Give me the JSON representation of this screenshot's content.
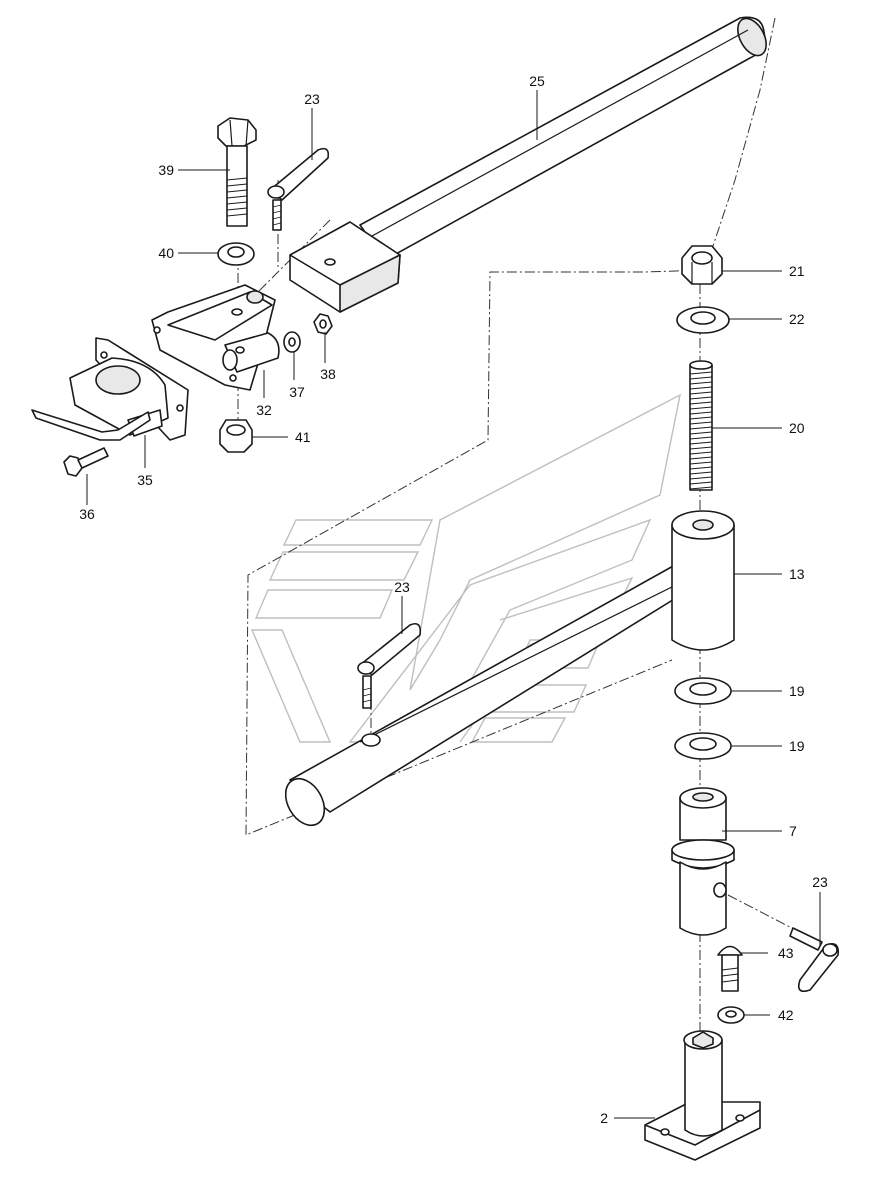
{
  "callouts": [
    {
      "id": "c25",
      "text": "25"
    },
    {
      "id": "c23a",
      "text": "23"
    },
    {
      "id": "c39",
      "text": "39"
    },
    {
      "id": "c40",
      "text": "40"
    },
    {
      "id": "c21",
      "text": "21"
    },
    {
      "id": "c22",
      "text": "22"
    },
    {
      "id": "c20",
      "text": "20"
    },
    {
      "id": "c37",
      "text": "37"
    },
    {
      "id": "c38",
      "text": "38"
    },
    {
      "id": "c32",
      "text": "32"
    },
    {
      "id": "c41",
      "text": "41"
    },
    {
      "id": "c35",
      "text": "35"
    },
    {
      "id": "c36",
      "text": "36"
    },
    {
      "id": "c13",
      "text": "13"
    },
    {
      "id": "c23b",
      "text": "23"
    },
    {
      "id": "c19a",
      "text": "19"
    },
    {
      "id": "c19b",
      "text": "19"
    },
    {
      "id": "c7",
      "text": "7"
    },
    {
      "id": "c23c",
      "text": "23"
    },
    {
      "id": "c43",
      "text": "43"
    },
    {
      "id": "c42",
      "text": "42"
    },
    {
      "id": "c2",
      "text": "2"
    }
  ]
}
